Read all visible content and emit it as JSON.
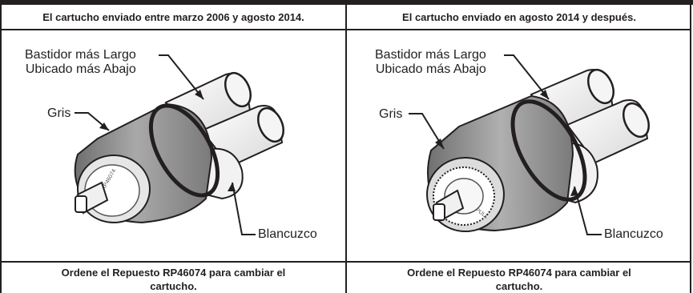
{
  "panels": [
    {
      "header": "El cartucho enviado entre marzo 2006 y agosto 2014.",
      "callouts": {
        "housing_line1": "Bastidor más Largo",
        "housing_line2": "Ubicado más Abajo",
        "gray": "Gris",
        "offwhite": "Blancuzco"
      },
      "footer": "Ordene el Repuesto RP46074 para cambiar el cartucho."
    },
    {
      "header": "El cartucho enviado en agosto 2014 y después.",
      "callouts": {
        "housing_line1": "Bastidor más Largo",
        "housing_line2": "Ubicado más Abajo",
        "gray": "Gris",
        "offwhite": "Blancuzco"
      },
      "footer": "Ordene el Repuesto RP46074 para cambiar el cartucho."
    }
  ],
  "colors": {
    "line": "#231f20",
    "gray_body": "#8c8c8c",
    "gray_light": "#bdbdbd",
    "offwhite": "#ececec"
  }
}
